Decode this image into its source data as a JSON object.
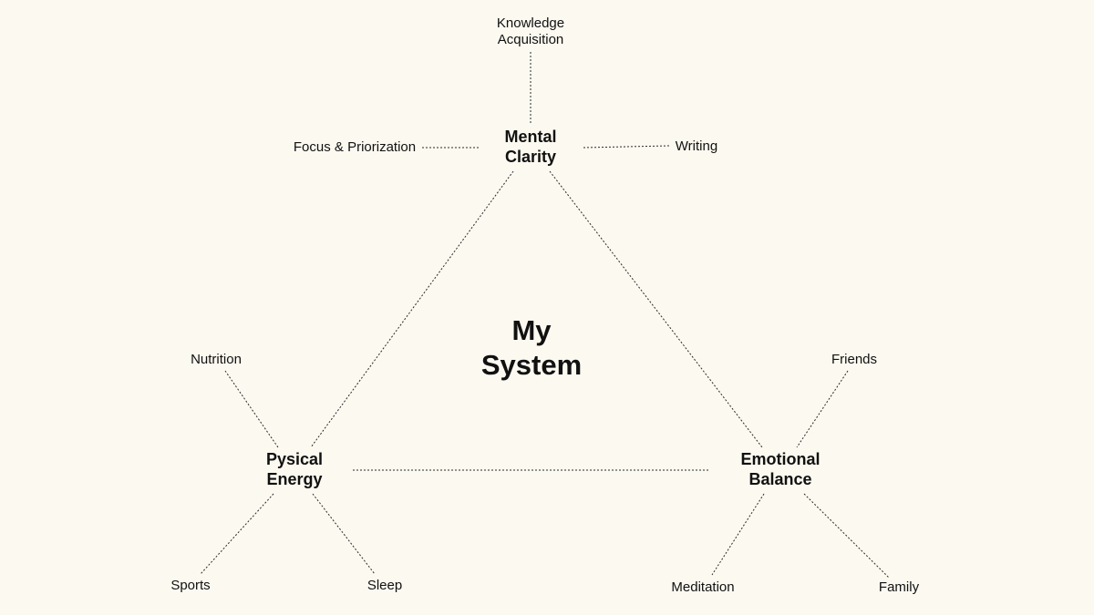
{
  "background": "#fcf9f0",
  "line_color": "#2a2a2a",
  "center": {
    "label": "My\nSystem"
  },
  "pillars": {
    "mental": {
      "label": "Mental\nClarity",
      "leaves": {
        "top": "Knowledge\nAcquisition",
        "left": "Focus & Priorization",
        "right": "Writing"
      }
    },
    "physical": {
      "label": "Pysical\nEnergy",
      "leaves": {
        "upper": "Nutrition",
        "lower_left": "Sports",
        "lower_right": "Sleep"
      }
    },
    "emotional": {
      "label": "Emotional\nBalance",
      "leaves": {
        "upper": "Friends",
        "lower_left": "Meditation",
        "lower_right": "Family"
      }
    }
  }
}
